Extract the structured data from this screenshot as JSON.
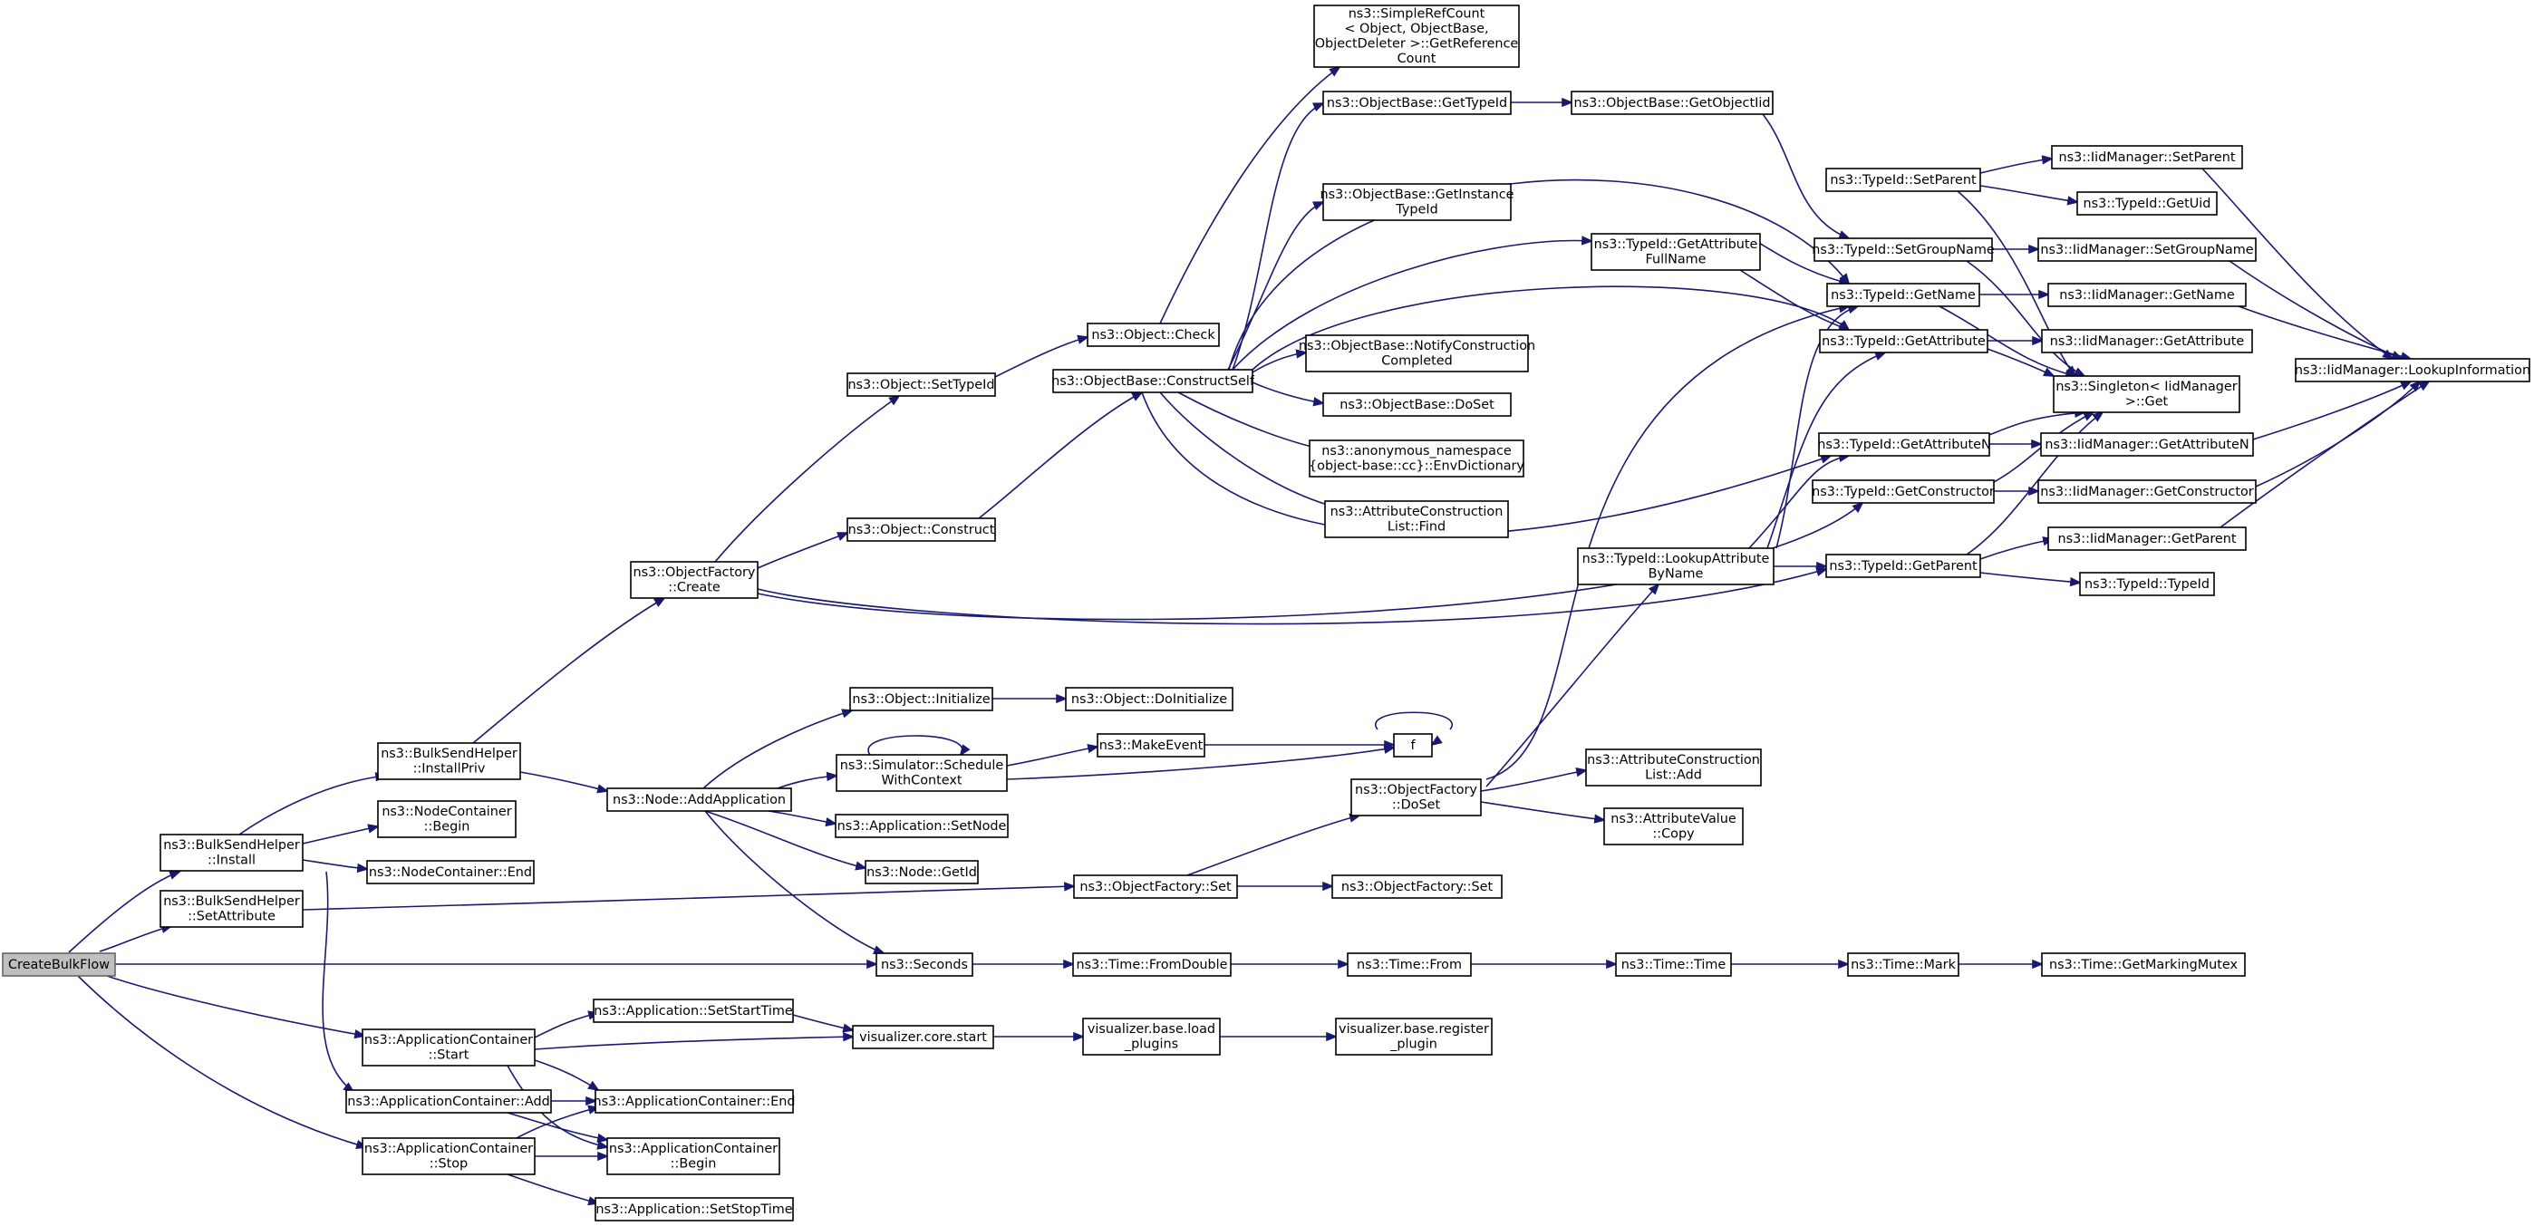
{
  "colors": {
    "edge": "#191970",
    "node_border": "#000000",
    "root_fill": "#bfbfbf",
    "root_border": "#666666",
    "background": "#ffffff"
  },
  "nodes": {
    "n0": {
      "lines": [
        "CreateBulkFlow"
      ]
    },
    "n1": {
      "lines": [
        "ns3::BulkSendHelper",
        "::Install"
      ]
    },
    "n2": {
      "lines": [
        "ns3::BulkSendHelper",
        "::SetAttribute"
      ]
    },
    "n3": {
      "lines": [
        "ns3::Seconds"
      ]
    },
    "n4": {
      "lines": [
        "ns3::ApplicationContainer",
        "::Start"
      ]
    },
    "n5": {
      "lines": [
        "ns3::ApplicationContainer::Add"
      ]
    },
    "n6": {
      "lines": [
        "ns3::ApplicationContainer",
        "::Stop"
      ]
    },
    "n7": {
      "lines": [
        "ns3::BulkSendHelper",
        "::InstallPriv"
      ]
    },
    "n8": {
      "lines": [
        "ns3::NodeContainer",
        "::Begin"
      ]
    },
    "n9": {
      "lines": [
        "ns3::NodeContainer::End"
      ]
    },
    "n10": {
      "lines": [
        "ns3::ObjectFactory",
        "::Create"
      ]
    },
    "n11": {
      "lines": [
        "ns3::Node::AddApplication"
      ]
    },
    "n12": {
      "lines": [
        "ns3::Object::SetTypeId"
      ]
    },
    "n13": {
      "lines": [
        "ns3::Object::Construct"
      ]
    },
    "n14": {
      "lines": [
        "ns3::Object::Initialize"
      ]
    },
    "n15": {
      "lines": [
        "ns3::Simulator::Schedule",
        "WithContext"
      ]
    },
    "n16": {
      "lines": [
        "ns3::Application::SetNode"
      ]
    },
    "n17": {
      "lines": [
        "ns3::Node::GetId"
      ]
    },
    "n18": {
      "lines": [
        "ns3::Object::Check"
      ]
    },
    "n19": {
      "lines": [
        "ns3::ObjectBase::ConstructSelf"
      ]
    },
    "n20": {
      "lines": [
        "ns3::SimpleRefCount",
        "< Object, ObjectBase,",
        " ObjectDeleter >::GetReference",
        "Count"
      ]
    },
    "n21": {
      "lines": [
        "ns3::ObjectBase::GetTypeId"
      ]
    },
    "n22": {
      "lines": [
        "ns3::ObjectBase::GetInstance",
        "TypeId"
      ]
    },
    "n23": {
      "lines": [
        "ns3::ObjectBase::NotifyConstruction",
        "Completed"
      ]
    },
    "n24": {
      "lines": [
        "ns3::ObjectBase::DoSet"
      ]
    },
    "n25": {
      "lines": [
        "ns3::anonymous_namespace",
        "{object-base::cc}::EnvDictionary"
      ]
    },
    "n26": {
      "lines": [
        "ns3::AttributeConstruction",
        "List::Find"
      ]
    },
    "n27": {
      "lines": [
        "ns3::ObjectBase::GetObjectIid"
      ]
    },
    "n28": {
      "lines": [
        "ns3::TypeId::GetAttribute",
        "FullName"
      ]
    },
    "n29": {
      "lines": [
        "ns3::TypeId::LookupAttribute",
        "ByName"
      ]
    },
    "n30": {
      "lines": [
        "ns3::TypeId::SetParent"
      ]
    },
    "n31": {
      "lines": [
        "ns3::TypeId::SetGroupName"
      ]
    },
    "n32": {
      "lines": [
        "ns3::TypeId::GetName"
      ]
    },
    "n33": {
      "lines": [
        "ns3::TypeId::GetAttribute"
      ]
    },
    "n34": {
      "lines": [
        "ns3::TypeId::GetAttributeN"
      ]
    },
    "n35": {
      "lines": [
        "ns3::TypeId::GetConstructor"
      ]
    },
    "n36": {
      "lines": [
        "ns3::TypeId::GetParent"
      ]
    },
    "n37": {
      "lines": [
        "ns3::IidManager::SetParent"
      ]
    },
    "n38": {
      "lines": [
        "ns3::TypeId::GetUid"
      ]
    },
    "n39": {
      "lines": [
        "ns3::IidManager::SetGroupName"
      ]
    },
    "n40": {
      "lines": [
        "ns3::IidManager::GetName"
      ]
    },
    "n41": {
      "lines": [
        "ns3::IidManager::GetAttribute"
      ]
    },
    "n42": {
      "lines": [
        "ns3::Singleton< IidManager",
        " >::Get"
      ]
    },
    "n43": {
      "lines": [
        "ns3::IidManager::GetAttributeN"
      ]
    },
    "n44": {
      "lines": [
        "ns3::IidManager::GetConstructor"
      ]
    },
    "n45": {
      "lines": [
        "ns3::IidManager::GetParent"
      ]
    },
    "n46": {
      "lines": [
        "ns3::TypeId::TypeId"
      ]
    },
    "n47": {
      "lines": [
        "ns3::IidManager::LookupInformation"
      ]
    },
    "n48": {
      "lines": [
        "ns3::Object::DoInitialize"
      ]
    },
    "n49": {
      "lines": [
        "ns3::MakeEvent"
      ]
    },
    "n50": {
      "lines": [
        "f"
      ]
    },
    "n51": {
      "lines": [
        "ns3::ObjectFactory",
        "::DoSet"
      ]
    },
    "n52": {
      "lines": [
        "ns3::AttributeConstruction",
        "List::Add"
      ]
    },
    "n53": {
      "lines": [
        "ns3::AttributeValue",
        "::Copy"
      ]
    },
    "n54": {
      "lines": [
        "ns3::ObjectFactory::Set"
      ]
    },
    "n55": {
      "lines": [
        "ns3::ObjectFactory::Set"
      ]
    },
    "n56": {
      "lines": [
        "ns3::Time::FromDouble"
      ]
    },
    "n57": {
      "lines": [
        "ns3::Time::From"
      ]
    },
    "n58": {
      "lines": [
        "ns3::Time::Time"
      ]
    },
    "n59": {
      "lines": [
        "ns3::Time::Mark"
      ]
    },
    "n60": {
      "lines": [
        "ns3::Time::GetMarkingMutex"
      ]
    },
    "n61": {
      "lines": [
        "ns3::Application::SetStartTime"
      ]
    },
    "n62": {
      "lines": [
        "visualizer.core.start"
      ]
    },
    "n63": {
      "lines": [
        "visualizer.base.load",
        "_plugins"
      ]
    },
    "n64": {
      "lines": [
        "visualizer.base.register",
        "_plugin"
      ]
    },
    "n65": {
      "lines": [
        "ns3::ApplicationContainer::End"
      ]
    },
    "n66": {
      "lines": [
        "ns3::ApplicationContainer",
        "::Begin"
      ]
    },
    "n67": {
      "lines": [
        "ns3::Application::SetStopTime"
      ]
    }
  }
}
